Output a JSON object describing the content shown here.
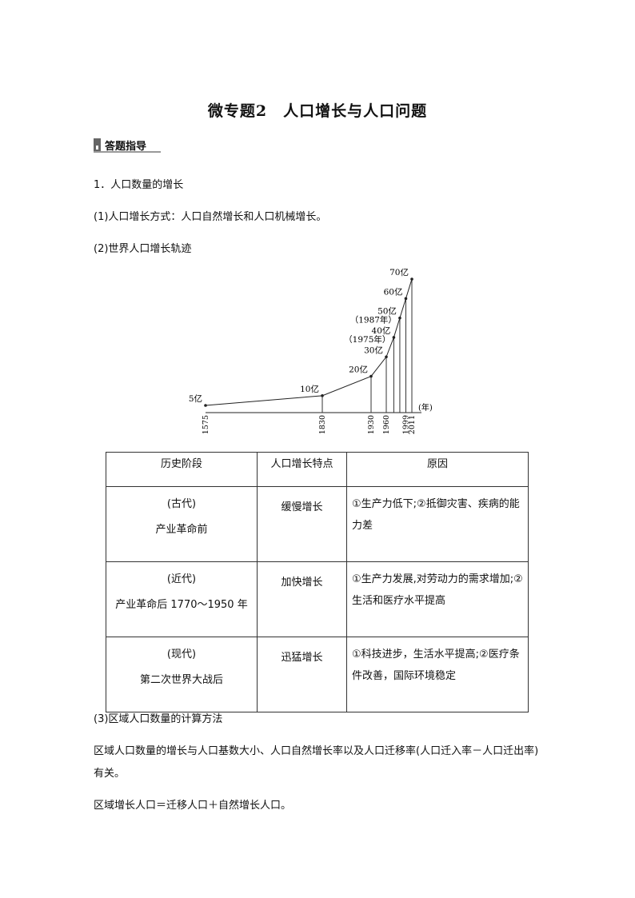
{
  "title": "微专题2　人口增长与人口问题",
  "section_tag": "答题指导",
  "heading1": "1．人口数量的增长",
  "item1": "(1)人口增长方式：人口自然增长和人口机械增长。",
  "item2": "(2)世界人口增长轨迹",
  "chart_data": {
    "type": "line",
    "unit_label": "(年)",
    "x": [
      1575,
      1830,
      1930,
      1960,
      1975,
      1987,
      1999,
      2011
    ],
    "values_yi": [
      5,
      10,
      20,
      30,
      40,
      50,
      60,
      70
    ],
    "point_labels": [
      "5亿",
      "10亿",
      "20亿",
      "30亿",
      "40亿",
      "50亿",
      "60亿",
      "70亿"
    ],
    "year_notes": [
      "",
      "",
      "",
      "",
      "（1975年）",
      "（1987年）",
      "",
      ""
    ],
    "tick_labels": [
      "1575",
      "1830",
      "1930",
      "1960",
      "1999",
      "2011"
    ]
  },
  "table": {
    "headers": [
      "历史阶段",
      "人口增长特点",
      "原因"
    ],
    "rows": [
      {
        "era": "(古代)",
        "stage": "产业革命前",
        "feature": "缓慢增长",
        "reason": "①生产力低下;②抵御灾害、疾病的能力差"
      },
      {
        "era": "(近代)",
        "stage": "产业革命后 1770～1950 年",
        "feature": "加快增长",
        "reason": "①生产力发展,对劳动力的需求增加;②生活和医疗水平提高"
      },
      {
        "era": "(现代)",
        "stage": "第二次世界大战后",
        "feature": "迅猛增长",
        "reason": "①科技进步，生活水平提高;②医疗条件改善，国际环境稳定"
      }
    ]
  },
  "item3": "(3)区域人口数量的计算方法",
  "para1": "区域人口数量的增长与人口基数大小、人口自然增长率以及人口迁移率(人口迁入率－人口迁出率)有关。",
  "para2": "区域增长人口＝迁移人口＋自然增长人口。"
}
